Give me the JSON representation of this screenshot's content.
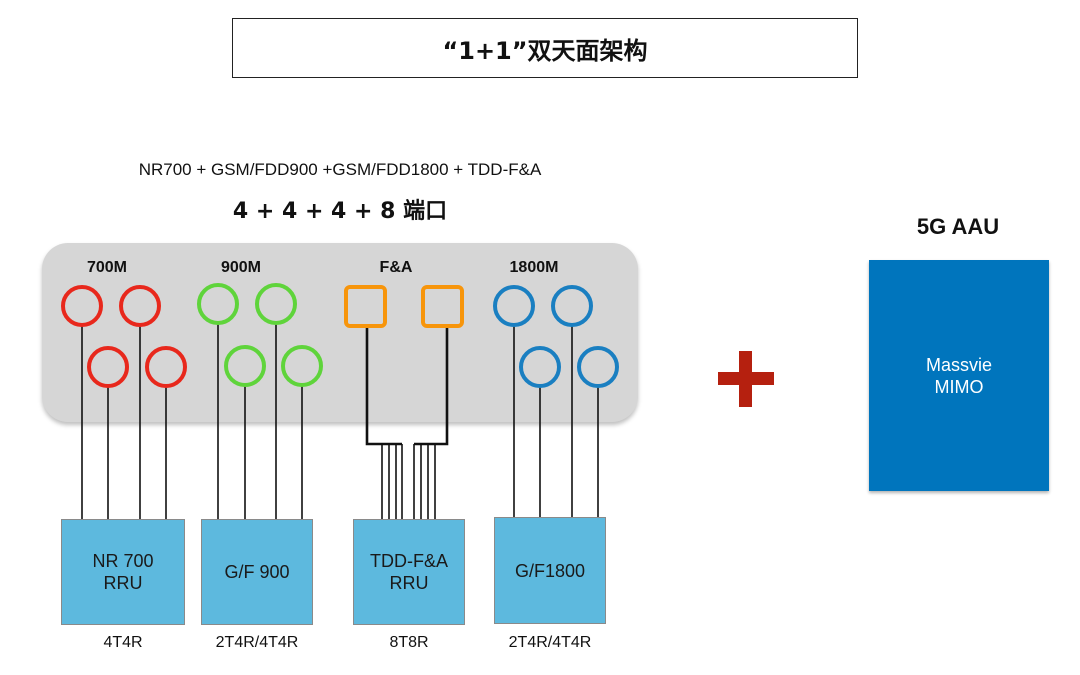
{
  "title": "“1+1”双天面架构",
  "subtitle": "NR700 + GSM/FDD900 +GSM/FDD1800 + TDD-F&A",
  "ports_text": "4 + 4 + 4 + 8 端口",
  "colors": {
    "band_700": "#e8281c",
    "band_900": "#5fd43b",
    "band_fa": "#f7950b",
    "band_1800": "#1a7fc1",
    "rru_fill": "#5db9de",
    "aau_fill": "#0075bd",
    "plus": "#b5200f",
    "panel": "#d6d6d6"
  },
  "bands": [
    {
      "label": "700M",
      "port_shape": "circle",
      "port_count": 4,
      "rru": "NR 700\nRRU",
      "config": "4T4R"
    },
    {
      "label": "900M",
      "port_shape": "circle",
      "port_count": 4,
      "rru": "G/F 900",
      "config": "2T4R/4T4R"
    },
    {
      "label": "F&A",
      "port_shape": "square",
      "port_count": 2,
      "rru": "TDD-F&A\nRRU",
      "config": "8T8R"
    },
    {
      "label": "1800M",
      "port_shape": "circle",
      "port_count": 4,
      "rru": "G/F1800",
      "config": "2T4R/4T4R"
    }
  ],
  "plus_icon": "plus-icon",
  "aau": {
    "label": "5G AAU",
    "text": "Massvie\nMIMO"
  }
}
